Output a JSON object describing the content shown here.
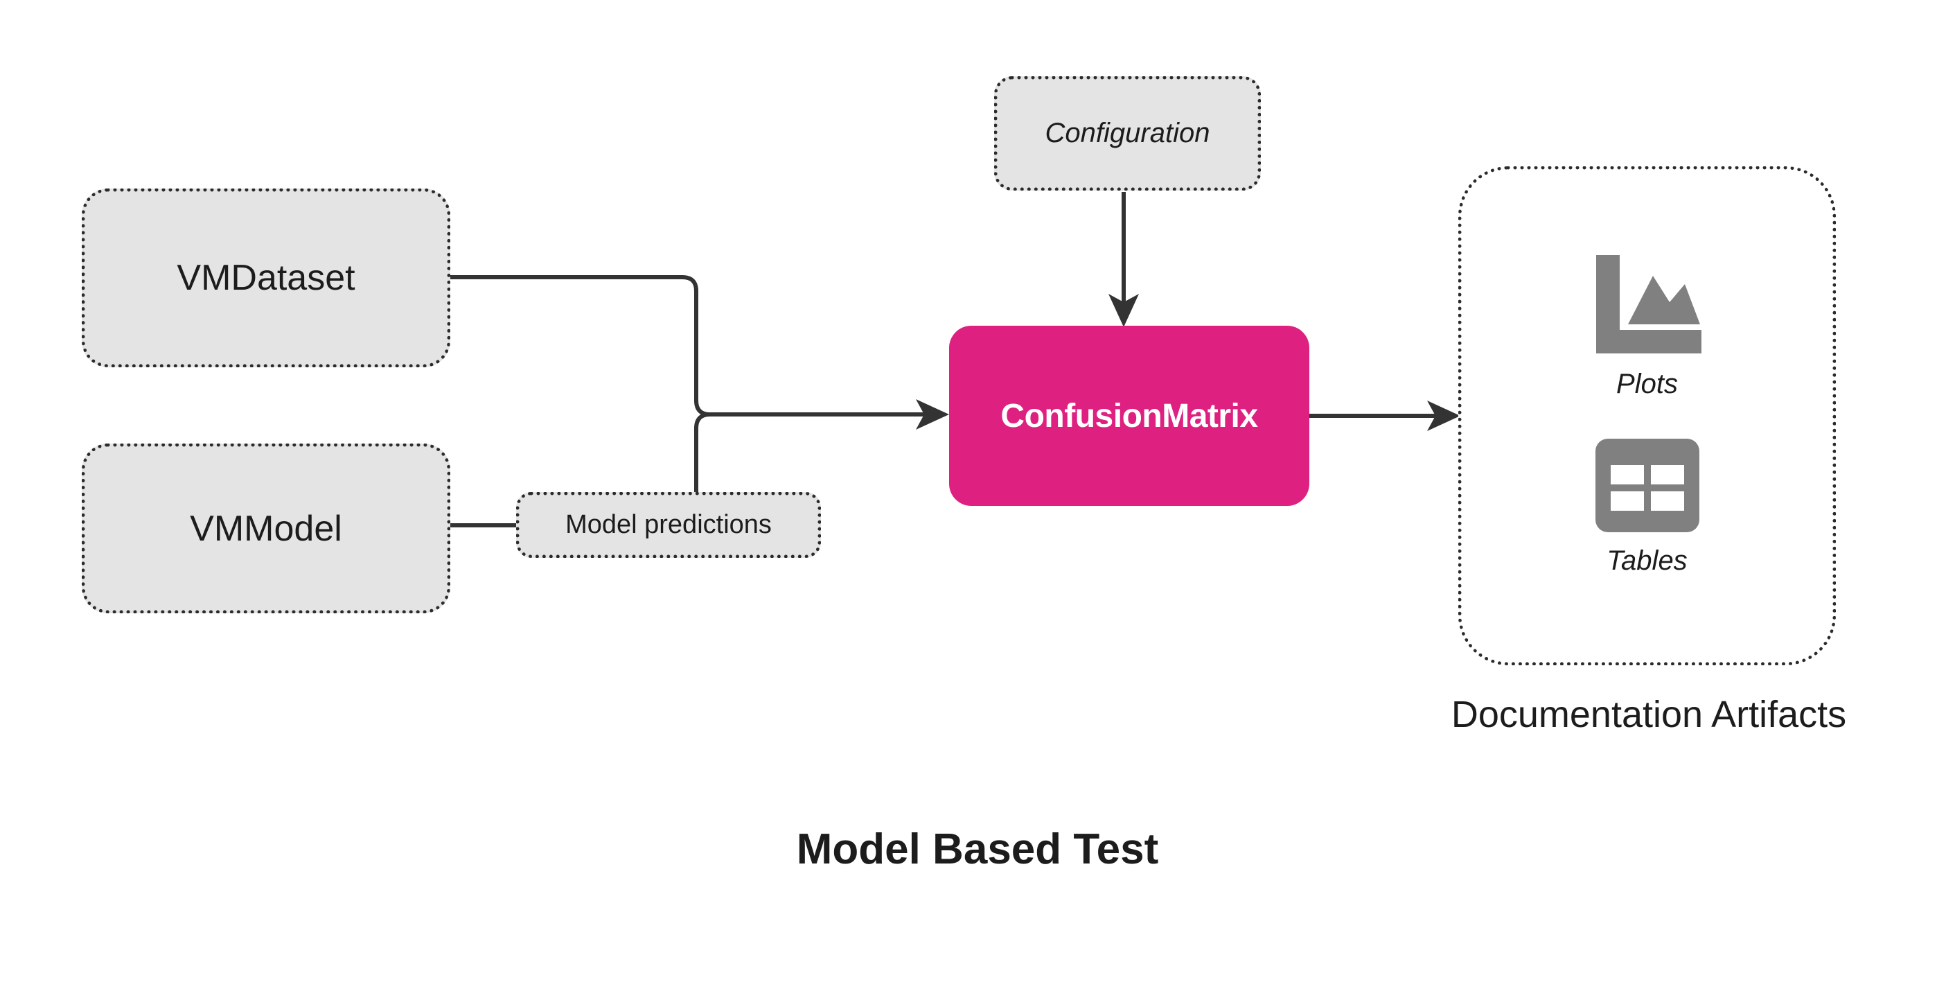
{
  "diagram": {
    "title": "Model Based Test",
    "type": "flow-diagram",
    "background_color": "#ffffff"
  },
  "colors": {
    "test_node_fill": "#de2180",
    "test_node_text": "#ffffff",
    "input_node_fill": "#e4e4e4",
    "node_border": "#2b2b2b",
    "connector": "#333333",
    "icon_gray": "#808080",
    "text": "#1c1c1c"
  },
  "inputs": [
    {
      "id": "vmdataset",
      "label": "VMDataset",
      "style": "dotted-box"
    },
    {
      "id": "vmmodel",
      "label": "VMModel",
      "style": "dotted-box"
    }
  ],
  "intermediate": {
    "id": "model-predictions",
    "label": "Model predictions",
    "style": "dotted-label"
  },
  "configuration": {
    "id": "configuration",
    "label": "Configuration",
    "style": "dotted-box-italic"
  },
  "test_node": {
    "id": "confusionmatrix",
    "label": "ConfusionMatrix",
    "style": "pink-rounded-box"
  },
  "artifacts": {
    "caption": "Documentation Artifacts",
    "items": [
      {
        "id": "plots",
        "label": "Plots",
        "icon": "area-chart-icon"
      },
      {
        "id": "tables",
        "label": "Tables",
        "icon": "table-grid-icon"
      }
    ]
  },
  "edges": [
    {
      "from": "vmdataset",
      "to": "confusionmatrix",
      "arrow": true
    },
    {
      "from": "vmmodel",
      "to": "model-predictions",
      "arrow": false
    },
    {
      "from": "model-predictions",
      "to": "confusionmatrix",
      "arrow": true
    },
    {
      "from": "configuration",
      "to": "confusionmatrix",
      "arrow": true
    },
    {
      "from": "confusionmatrix",
      "to": "artifacts",
      "arrow": true
    }
  ]
}
